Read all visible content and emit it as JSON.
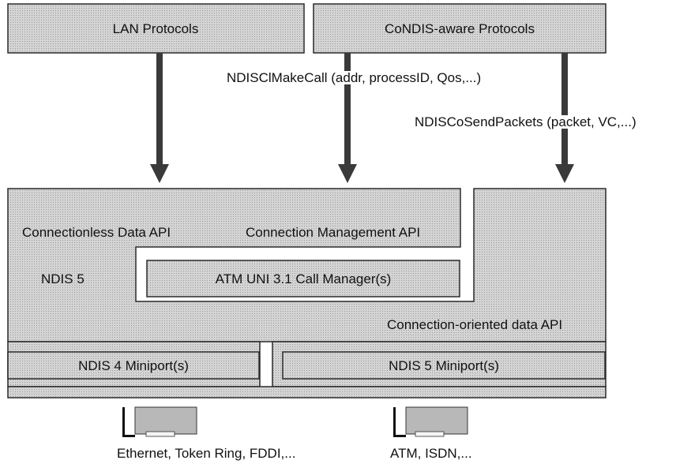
{
  "colors": {
    "fill": "#d4d4d4",
    "stroke": "#2a2a2a",
    "arrow": "#3a3a3a",
    "card": "#b8b8b8"
  },
  "icons": {
    "card_left": "network-card-icon",
    "card_right": "network-card-icon"
  },
  "top": {
    "lan_protocols": "LAN Protocols",
    "condis_protocols": "CoNDIS-aware Protocols"
  },
  "calls": {
    "make_call": "NDISClMakeCall (addr, processID, Qos,...)",
    "send_packets": "NDISCoSendPackets (packet, VC,...)"
  },
  "ndis": {
    "connectionless_api": "Connectionless Data API",
    "connection_mgmt_api": "Connection Management API",
    "version": "NDIS 5",
    "call_manager": "ATM UNI 3.1 Call Manager(s)",
    "connection_oriented_api": "Connection-oriented data API"
  },
  "miniports": {
    "ndis4": "NDIS 4 Miniport(s)",
    "ndis5": "NDIS 5 Miniport(s)"
  },
  "adapters": {
    "left_caption": "Ethernet, Token Ring, FDDI,...",
    "right_caption": "ATM, ISDN,..."
  }
}
